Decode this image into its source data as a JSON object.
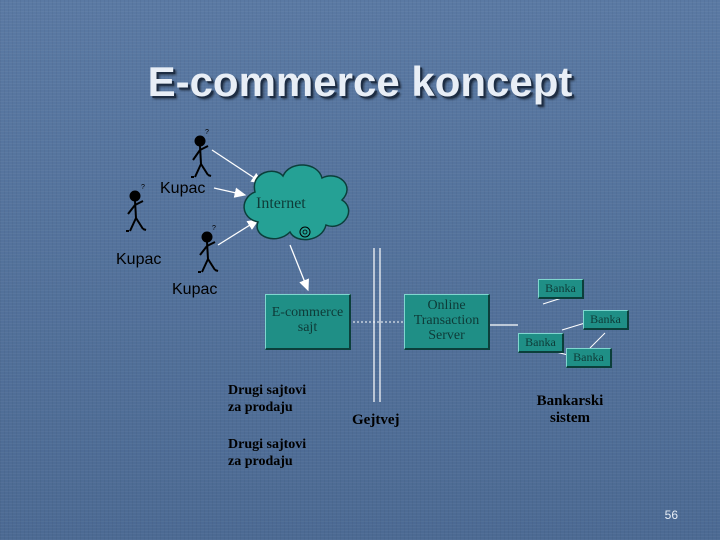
{
  "title": "E-commerce koncept",
  "customers": [
    "Kupac",
    "Kupac",
    "Kupac"
  ],
  "internet": "Internet",
  "ecommerce_site": [
    "E-commerce",
    "sajt"
  ],
  "ots": [
    "Online",
    "Transaction",
    "Server"
  ],
  "other_sites": [
    [
      "Drugi sajtovi",
      "za prodaju"
    ],
    [
      "Drugi sajtovi",
      "za prodaju"
    ]
  ],
  "gateway": "Gejtvej",
  "banks": [
    "Banka",
    "Banka",
    "Banka",
    "Banka"
  ],
  "banking_system": [
    "Bankarski",
    "sistem"
  ],
  "page_number": "56"
}
